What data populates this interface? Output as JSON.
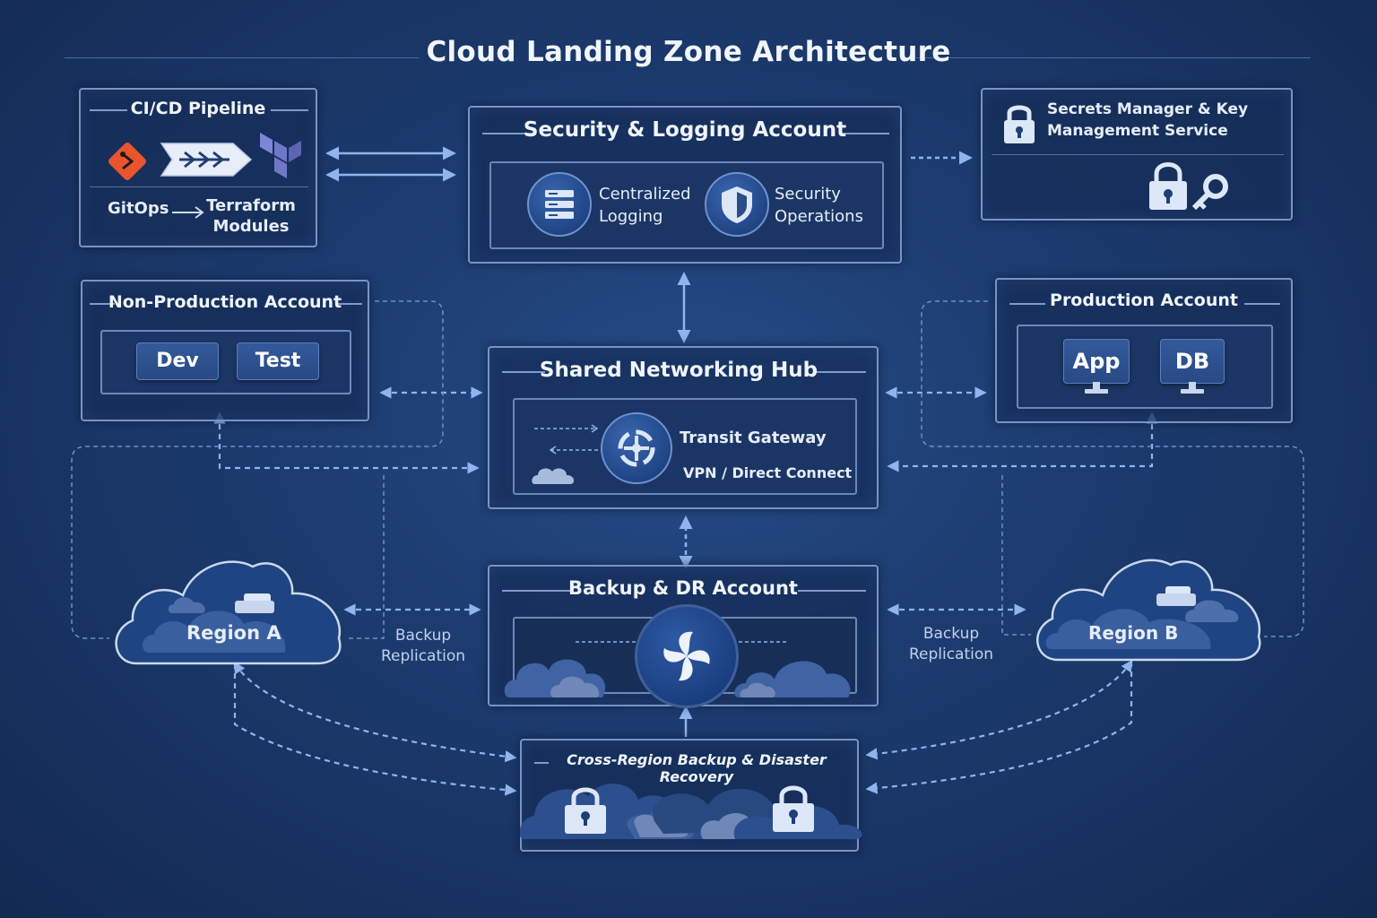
{
  "title": "Cloud Landing Zone Architecture",
  "cicd": {
    "header": "CI/CD Pipeline",
    "gitops_label": "GitOps",
    "terraform_label": "Terraform Modules"
  },
  "security_logging": {
    "header": "Security & Logging Account",
    "centralized_logging": "Centralized Logging",
    "security_operations": "Security Operations"
  },
  "secrets": {
    "header": "Secrets Manager & Key Management Service"
  },
  "nonprod": {
    "header": "Non-Production Account",
    "dev": "Dev",
    "test": "Test"
  },
  "prod": {
    "header": "Production Account",
    "app": "App",
    "db": "DB"
  },
  "networking": {
    "header": "Shared Networking Hub",
    "transit_gateway": "Transit Gateway",
    "vpn": "VPN / Direct Connect"
  },
  "backup_dr": {
    "header": "Backup & DR Account"
  },
  "regions": {
    "a": "Region A",
    "b": "Region B"
  },
  "replication_left": "Backup Replication",
  "replication_right": "Backup Replication",
  "cross_region": {
    "header": "Cross-Region Backup & Disaster Recovery"
  },
  "colors": {
    "background": "#1b3a6d",
    "box_border": "#7894c4",
    "arrow": "#8fb4ee",
    "git_orange": "#e8552c",
    "terraform_purple": "#6f78c7"
  }
}
